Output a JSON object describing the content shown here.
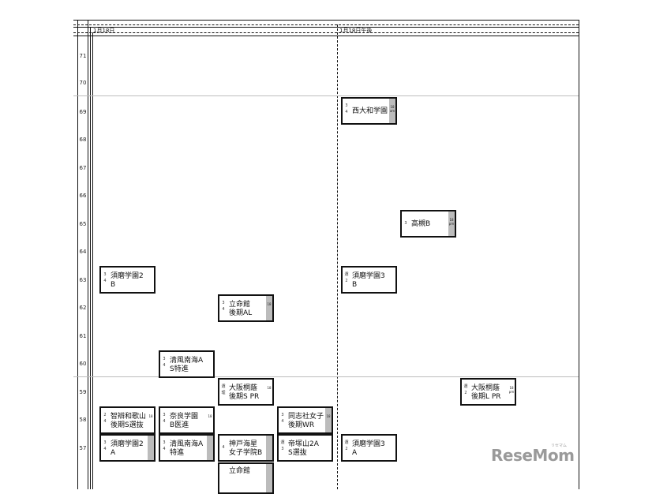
{
  "columns": [
    {
      "label": "1月18日"
    },
    {
      "label": "1月18日午後"
    }
  ],
  "deviation_values": [
    "71",
    "70",
    "69",
    "68",
    "67",
    "66",
    "65",
    "64",
    "63",
    "62",
    "61",
    "60",
    "59",
    "58",
    "57"
  ],
  "schools": [
    {
      "id": "nishiyamato",
      "codes": [
        "3",
        "4"
      ],
      "name1": "西大和学園",
      "name2": "",
      "side": "18 am"
    },
    {
      "id": "takatsuki-b",
      "codes": [
        "3"
      ],
      "name1": "高槻B",
      "name2": "",
      "side": "18 pm"
    },
    {
      "id": "suma2b",
      "codes": [
        "3",
        "4"
      ],
      "name1": "須磨学園2",
      "name2": "B",
      "side": ""
    },
    {
      "id": "suma3b",
      "codes": [
        "選",
        "2"
      ],
      "name1": "須磨学園3",
      "name2": "B",
      "side": ""
    },
    {
      "id": "ritsumeikan-al",
      "codes": [
        "3",
        "4"
      ],
      "name1": "立命館",
      "name2": "後期AL",
      "side": "18"
    },
    {
      "id": "seifu-a-s",
      "codes": [
        "3",
        "4"
      ],
      "name1": "清風南海A",
      "name2": "S特進",
      "side": ""
    },
    {
      "id": "osakatoin-spr",
      "codes": [
        "選",
        "理"
      ],
      "name1": "大阪桐蔭",
      "name2": "後期S PR",
      "side": "18"
    },
    {
      "id": "osakatoin-lpr",
      "codes": [
        "選",
        "2"
      ],
      "name1": "大阪桐蔭",
      "name2": "後期L PR",
      "side": "18 pm"
    },
    {
      "id": "chiben",
      "codes": [
        "2",
        "4"
      ],
      "name1": "智辯和歌山",
      "name2": "後期S選抜",
      "side": "18"
    },
    {
      "id": "nara",
      "codes": [
        "3",
        "4"
      ],
      "name1": "奈良学園",
      "name2": "B医進",
      "side": "18"
    },
    {
      "id": "doshisha",
      "codes": [
        "3",
        "4"
      ],
      "name1": "同志社女子",
      "name2": "後期WR",
      "side": "18"
    },
    {
      "id": "suma2a",
      "codes": [
        "3",
        "4"
      ],
      "name1": "須磨学園2",
      "name2": "A",
      "side": ""
    },
    {
      "id": "seifu-a",
      "codes": [
        "3",
        "4"
      ],
      "name1": "清風南海A",
      "name2": "特進",
      "side": ""
    },
    {
      "id": "kobe-kaisei",
      "codes": [
        "4"
      ],
      "name1": "神戸海星",
      "name2": "女子学院B",
      "side": ""
    },
    {
      "id": "tezukayama",
      "codes": [
        "選",
        "3"
      ],
      "name1": "帝塚山2A",
      "name2": "S選抜",
      "side": ""
    },
    {
      "id": "suma3a",
      "codes": [
        "選",
        "2"
      ],
      "name1": "須磨学園3",
      "name2": "A",
      "side": ""
    },
    {
      "id": "ritsumeikan-b",
      "codes": [
        ""
      ],
      "name1": "立命館",
      "name2": "",
      "side": ""
    }
  ],
  "watermark": {
    "text": "ReseMom",
    "sub": "リセマム"
  }
}
